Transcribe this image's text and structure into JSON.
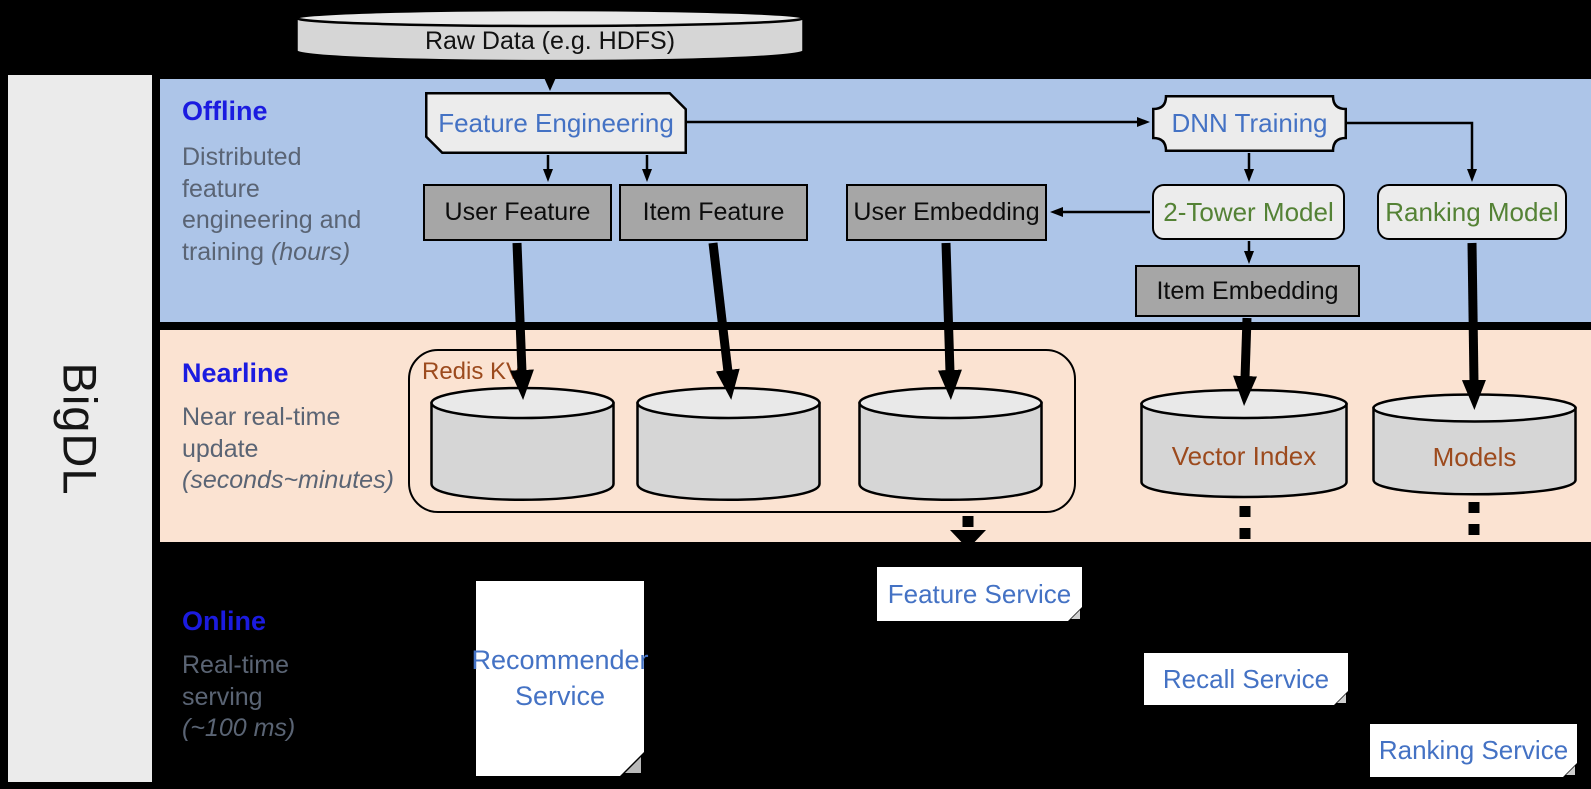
{
  "sidebar": {
    "brand": "BigDL"
  },
  "top": {
    "raw_data": "Raw Data (e.g. HDFS)"
  },
  "sections": {
    "offline": {
      "title": "Offline",
      "desc": "Distributed feature engineering and training ",
      "desc_italic": "(hours)"
    },
    "nearline": {
      "title": "Nearline",
      "desc": "Near real-time update ",
      "desc_italic": "(seconds~minutes)"
    },
    "online": {
      "title": "Online",
      "desc": "Real-time serving ",
      "desc_italic": "(~100 ms)"
    }
  },
  "nodes": {
    "feature_engineering": "Feature Engineering",
    "dnn_training": "DNN Training",
    "user_feature": "User Feature",
    "item_feature": "Item Feature",
    "user_embedding": "User Embedding",
    "two_tower_model": "2-Tower Model",
    "ranking_model": "Ranking Model",
    "item_embedding": "Item Embedding",
    "redis_kv": "Redis KV",
    "vector_index": "Vector Index",
    "models": "Models",
    "recommender_service": "Recommender Service",
    "feature_service": "Feature Service",
    "recall_service": "Recall Service",
    "ranking_service": "Ranking Service"
  },
  "colors": {
    "background": "#000000",
    "offline_band": "#adc5e8",
    "nearline_band": "#fbe3d2",
    "sidebar": "#ebebeb",
    "section_title_blue": "#1b1be0",
    "node_text_blue": "#4472c4",
    "node_text_green": "#548235",
    "node_text_brown": "#9c4a1d",
    "dark_box_fill": "#a6a6a6",
    "light_box_fill": "#ececec",
    "desc_gray": "#5a6474"
  }
}
